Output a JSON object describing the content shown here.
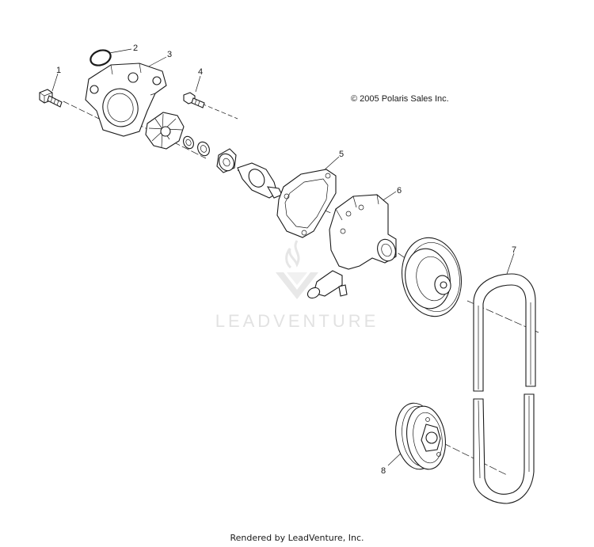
{
  "copyright": "© 2005 Polaris Sales Inc.",
  "watermark": {
    "text": "LEADVENTURE",
    "logo_icon": "leadventure-logo-icon"
  },
  "footer": "Rendered by LeadVenture, Inc.",
  "callouts": [
    "1",
    "2",
    "3",
    "4",
    "5",
    "6",
    "7",
    "8"
  ],
  "parts": [
    {
      "callout": "1",
      "icon": "bolt-icon"
    },
    {
      "callout": "2",
      "icon": "o-ring-icon"
    },
    {
      "callout": "3",
      "icon": "pump-cover-icon"
    },
    {
      "callout": "4",
      "icon": "bolt-icon"
    },
    {
      "callout": "5",
      "icon": "gasket-icon"
    },
    {
      "callout": "6",
      "icon": "water-pump-housing-icon"
    },
    {
      "callout": "7",
      "icon": "drive-belt-icon"
    },
    {
      "callout": "8",
      "icon": "pulley-icon"
    }
  ],
  "colors": {
    "ink": "#1a1a1a",
    "watermark": "#e2e2e2"
  }
}
